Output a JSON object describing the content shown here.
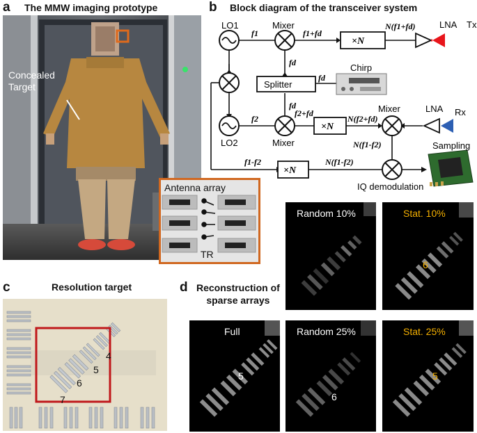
{
  "panel_a": {
    "letter": "a",
    "title": "The MMW imaging prototype",
    "concealed_label_1": "Concealed",
    "concealed_label_2": "Target",
    "inset": {
      "antenna_label": "Antenna array",
      "tr_label": "TR"
    },
    "colors": {
      "inset_border": "#d0671f",
      "marker": "#e06a1c"
    }
  },
  "panel_b": {
    "letter": "b",
    "title": "Block diagram of the transceiver system",
    "labels": {
      "lo1": "LO1",
      "lo2": "LO2",
      "mixer_top": "Mixer",
      "mixer_mid": "Mixer",
      "mixer_right": "Mixer",
      "lna_tx": "LNA",
      "lna_rx": "LNA",
      "tx": "Tx",
      "rx": "Rx",
      "chirp": "Chirp",
      "splitter": "Splitter",
      "sampling": "Sampling",
      "iq_demod": "IQ demodulation",
      "mult_n": "×N",
      "f1": "f1",
      "f2": "f2",
      "fd": "fd",
      "f1_plus_fd": "f1+fd",
      "f2_plus_fd": "f2+fd",
      "n_f1_fd": "N(f1+fd)",
      "n_f2_fd": "N(f2+fd)",
      "n_f1_f2": "N(f1-f2)",
      "f1_minus_f2": "f1-f2"
    },
    "colors": {
      "tx": "#e8151b",
      "rx": "#2d5fb3"
    }
  },
  "panel_c": {
    "letter": "c",
    "title": "Resolution target",
    "numbers": [
      "4",
      "5",
      "6",
      "7"
    ],
    "colors": {
      "box": "#c0181b"
    }
  },
  "panel_d": {
    "letter": "d",
    "title_1": "Reconstruction of",
    "title_2": "sparse arrays",
    "images": [
      {
        "label": "Random 10%",
        "number": ""
      },
      {
        "label": "Stat. 10%",
        "number": "6"
      },
      {
        "label": "Full",
        "number": "5"
      },
      {
        "label": "Random 25%",
        "number": "6"
      },
      {
        "label": "Stat. 25%",
        "number": "5"
      }
    ],
    "colors": {
      "stat_label": "#f5b000",
      "white_label": "#ffffff"
    }
  }
}
